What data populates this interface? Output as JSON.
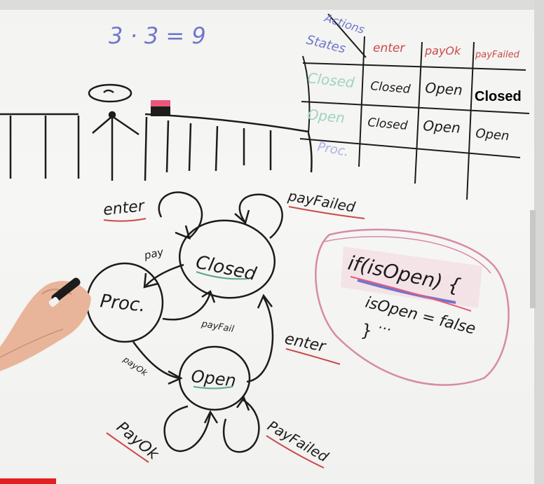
{
  "equation": "3 · 3 = 9",
  "table": {
    "header_actions": "Actions",
    "header_states": "States",
    "columns": [
      "enter",
      "payOk",
      "payFailed"
    ],
    "rows": [
      {
        "state": "Closed",
        "cells": [
          "Closed",
          "Open",
          "Closed"
        ]
      },
      {
        "state": "Open",
        "cells": [
          "Closed",
          "Open",
          "Open"
        ]
      },
      {
        "state": "Proc.",
        "cells": [
          "",
          "",
          ""
        ]
      }
    ]
  },
  "diagram": {
    "states": {
      "closed": "Closed",
      "proc": "Proc.",
      "open": "Open"
    },
    "transitions": {
      "enter_top": "enter",
      "payfailed_top": "payFailed",
      "pay": "pay",
      "payfail": "payFail",
      "payok_mid": "payOk",
      "enter_right": "enter",
      "payok_bottom": "PayOk",
      "payfailed_bottom": "PayFailed"
    }
  },
  "code": {
    "line1": "if(isOpen) {",
    "line2": "isOpen = false",
    "line3": "...",
    "line4": "}"
  },
  "colors": {
    "ink": "#1c1c1c",
    "red": "#c94a4a",
    "blue": "#6f76cc",
    "green": "#5aa592",
    "pink": "#d78aa8",
    "highlight": "#ea5a7a"
  }
}
